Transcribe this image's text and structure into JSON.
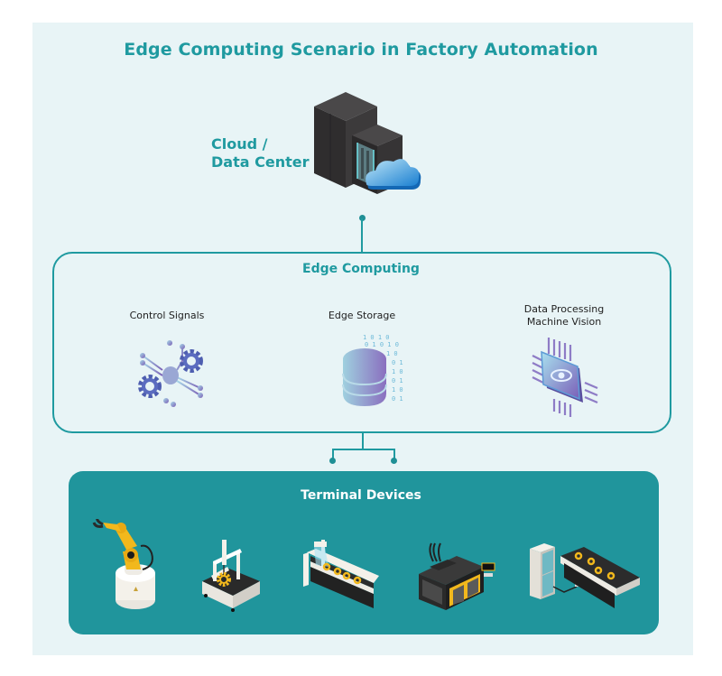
{
  "title": "Edge Computing Scenario in Factory Automation",
  "cloud": {
    "label_line1": "Cloud /",
    "label_line2": "Data Center",
    "icon": "server-cloud-icon"
  },
  "edge": {
    "title": "Edge Computing",
    "services": [
      {
        "label_line1": "Control Signals",
        "label_line2": "",
        "icon": "circuit-gears-icon"
      },
      {
        "label_line1": "Edge Storage",
        "label_line2": "",
        "icon": "database-binary-icon"
      },
      {
        "label_line1": "Data Processing",
        "label_line2": "Machine Vision",
        "icon": "chip-eye-icon"
      }
    ],
    "binary_digits": "1010101"
  },
  "terminal": {
    "title": "Terminal Devices",
    "devices": [
      {
        "name": "robotic-arm",
        "icon": "robot-arm-icon"
      },
      {
        "name": "coordinate-measuring-machine",
        "icon": "cmm-icon"
      },
      {
        "name": "vision-inspection-conveyor",
        "icon": "vision-conveyor-icon"
      },
      {
        "name": "cnc-machine",
        "icon": "cnc-machine-icon"
      },
      {
        "name": "control-cabinet-conveyor",
        "icon": "cabinet-conveyor-icon"
      }
    ]
  },
  "colors": {
    "accent": "#1f9aa0",
    "panel_bg": "#e8f4f6",
    "terminal_bg": "#20959c",
    "device_yellow": "#f2b81c",
    "icon_purple": "#8a78c0",
    "icon_blue": "#7fc4dc"
  }
}
